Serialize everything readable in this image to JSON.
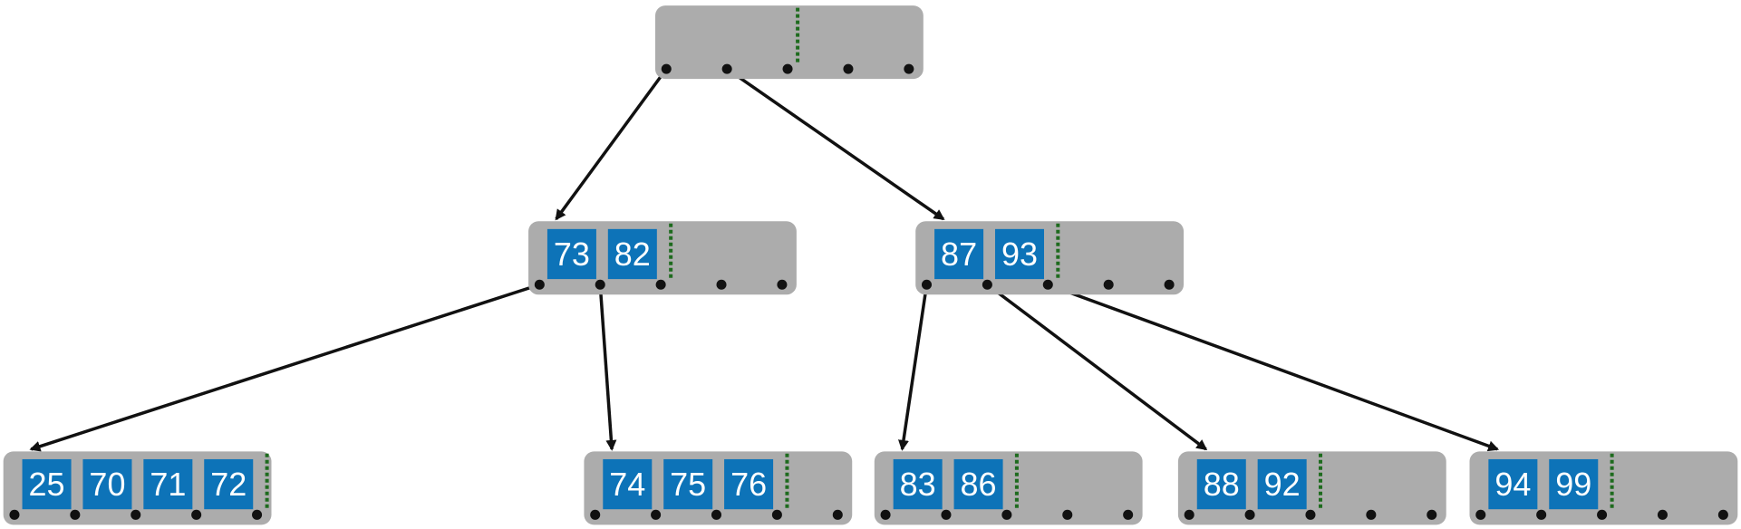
{
  "tree": {
    "nodes": [
      {
        "id": "root",
        "keys": []
      },
      {
        "id": "mid-left",
        "keys": [
          "73",
          "82"
        ]
      },
      {
        "id": "mid-right",
        "keys": [
          "87",
          "93"
        ]
      },
      {
        "id": "leaf-1",
        "keys": [
          "25",
          "70",
          "71",
          "72"
        ]
      },
      {
        "id": "leaf-2",
        "keys": [
          "74",
          "75",
          "76"
        ]
      },
      {
        "id": "leaf-3",
        "keys": [
          "83",
          "86"
        ]
      },
      {
        "id": "leaf-4",
        "keys": [
          "88",
          "92"
        ]
      },
      {
        "id": "leaf-5",
        "keys": [
          "94",
          "99"
        ]
      }
    ],
    "edges": [
      {
        "from": "root",
        "pointer": 0,
        "to": "mid-left"
      },
      {
        "from": "root",
        "pointer": 1,
        "to": "mid-right"
      },
      {
        "from": "mid-left",
        "pointer": 0,
        "to": "leaf-1"
      },
      {
        "from": "mid-left",
        "pointer": 1,
        "to": "leaf-2"
      },
      {
        "from": "mid-right",
        "pointer": 0,
        "to": "leaf-3"
      },
      {
        "from": "mid-right",
        "pointer": 1,
        "to": "leaf-4"
      },
      {
        "from": "mid-right",
        "pointer": 2,
        "to": "leaf-5"
      }
    ]
  },
  "colors": {
    "node_background": "#acacac",
    "key_box": "#0d73b8",
    "key_text": "#ffffff",
    "separator": "#1e6b1e",
    "pointer_dot": "#111111",
    "edge": "#111111"
  }
}
